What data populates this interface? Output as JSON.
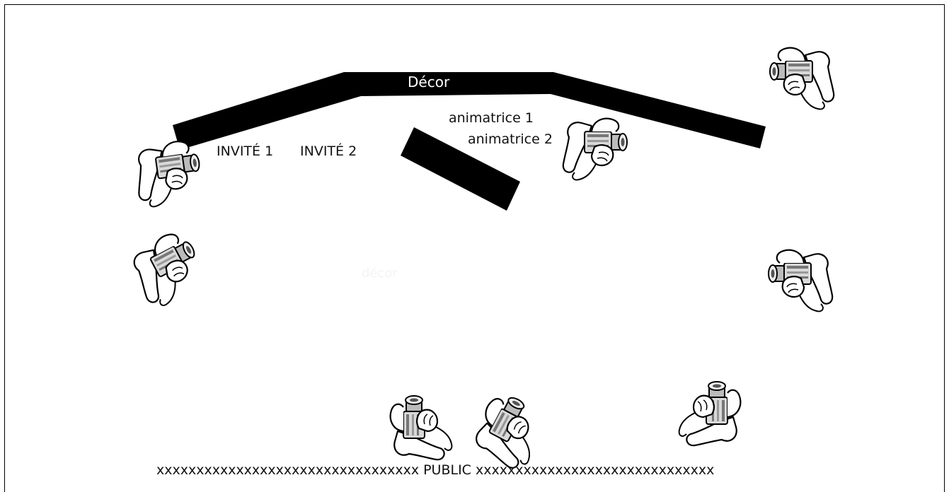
{
  "labels": {
    "decor_top": "Décor",
    "animatrice_1": "animatrice 1",
    "animatrice_2": "animatrice 2",
    "invite_1": "INVITÉ 1",
    "invite_2": "INVITÉ 2",
    "decor_faint": "décor",
    "public": "xxxxxxxxxxxxxxxxxxxxxxxxxxxxxxxxx PUBLIC xxxxxxxxxxxxxxxxxxxxxxxxxxxxxx"
  },
  "colors": {
    "set_piece": "#000000",
    "faint_label": "#f7f7f7",
    "camera_body": "#8a8a8a"
  },
  "cameras": [
    {
      "name": "camera-icon-1"
    },
    {
      "name": "camera-icon-2"
    },
    {
      "name": "camera-icon-3"
    },
    {
      "name": "camera-icon-4"
    },
    {
      "name": "camera-icon-5"
    },
    {
      "name": "camera-icon-6"
    },
    {
      "name": "camera-icon-7"
    },
    {
      "name": "camera-icon-8"
    }
  ]
}
